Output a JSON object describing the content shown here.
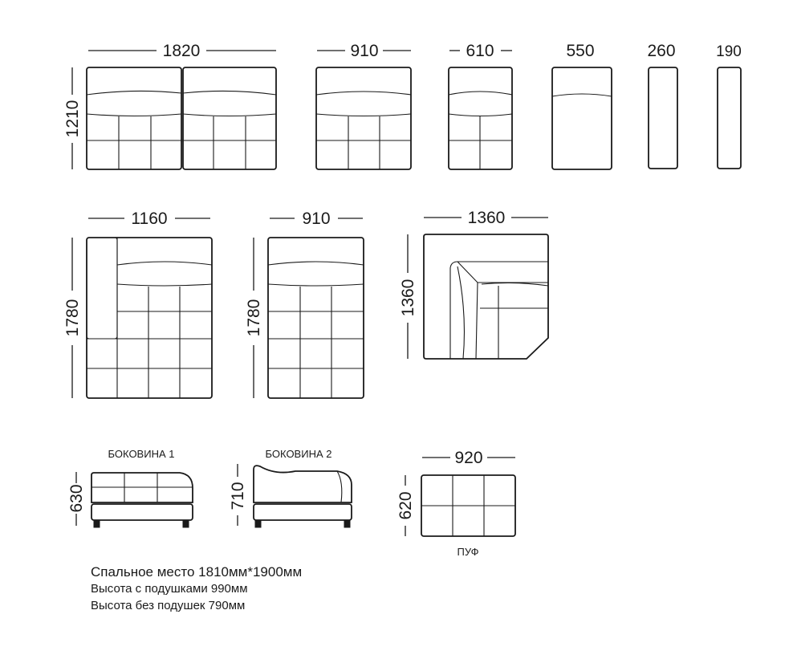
{
  "dimensions": {
    "m1820_w": "1820",
    "m1820_h": "1210",
    "m910_w": "910",
    "m610_w": "610",
    "m550_w": "550",
    "m260_w": "260",
    "m190_w": "190",
    "c1160_w": "1160",
    "c1160_h": "1780",
    "c910_w": "910",
    "c910_h": "1780",
    "corner_w": "1360",
    "corner_h": "1360",
    "side1_h": "630",
    "side2_h": "710",
    "pouf_w": "920",
    "pouf_h": "620"
  },
  "labels": {
    "side1": "БОКОВИНА 1",
    "side2": "БОКОВИНА 2",
    "pouf": "ПУФ"
  },
  "specs": [
    {
      "label": "Спальное место",
      "value": "1810мм*1900мм"
    },
    {
      "label": "Высота с подушками",
      "value": "990мм"
    },
    {
      "label": "Высота без подушек",
      "value": "790мм"
    }
  ]
}
